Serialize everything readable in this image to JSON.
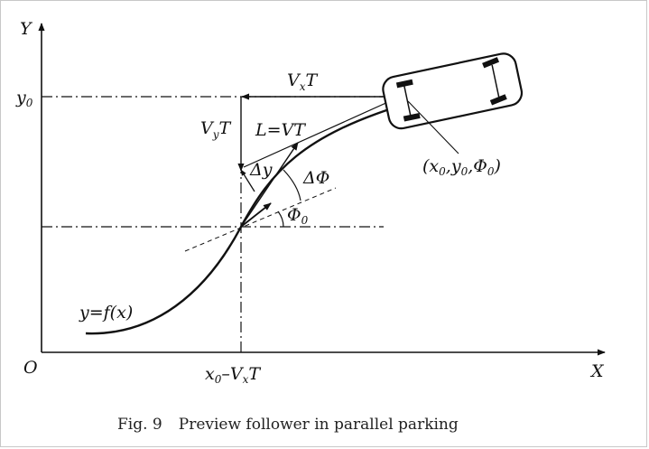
{
  "axes": {
    "x_label": "X",
    "y_label": "Y",
    "origin_label": "O"
  },
  "labels": {
    "y0": {
      "main": "y",
      "sub": "0"
    },
    "vx_t": {
      "main1": "V",
      "sub": "x",
      "main2": "T"
    },
    "vy_t": {
      "main1": "V",
      "sub": "y",
      "main2": "T"
    },
    "l_vt": "L=VT",
    "delta_y": "Δy",
    "delta_phi": "ΔΦ",
    "phi0": {
      "main": "Φ",
      "sub": "0"
    },
    "curve": "y=f(x)",
    "x_tick": {
      "p1": "x",
      "s1": "0",
      "p2": "–V",
      "s2": "x",
      "p3": "T"
    },
    "vehicle_point": {
      "p1": "(x",
      "s1": "0",
      "p2": ",y",
      "s2": "0",
      "p3": ",Φ",
      "s3": "0",
      "p4": ")"
    }
  },
  "caption": {
    "fig_number": "Fig. 9",
    "text": "Preview follower in parallel parking"
  }
}
